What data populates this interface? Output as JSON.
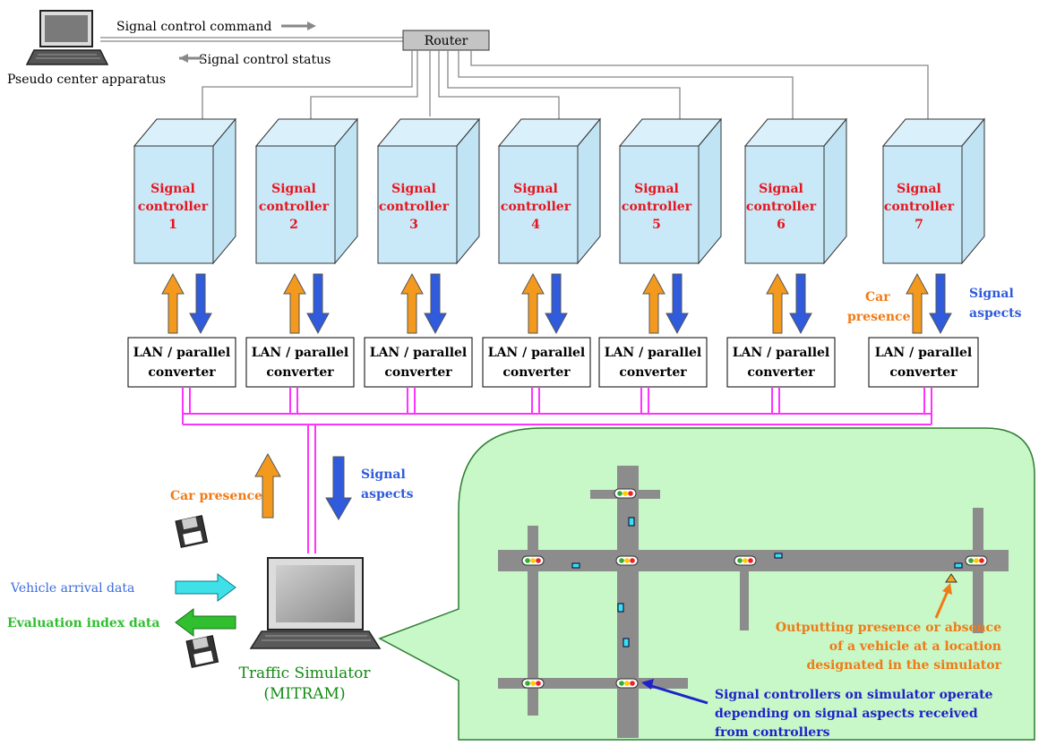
{
  "top": {
    "command_label": "Signal control command",
    "status_label": "Signal control status",
    "pc_label": "Pseudo center apparatus",
    "router_label": "Router"
  },
  "controllers": [
    {
      "line1": "Signal",
      "line2": "controller",
      "num": "1"
    },
    {
      "line1": "Signal",
      "line2": "controller",
      "num": "2"
    },
    {
      "line1": "Signal",
      "line2": "controller",
      "num": "3"
    },
    {
      "line1": "Signal",
      "line2": "controller",
      "num": "4"
    },
    {
      "line1": "Signal",
      "line2": "controller",
      "num": "5"
    },
    {
      "line1": "Signal",
      "line2": "controller",
      "num": "6"
    },
    {
      "line1": "Signal",
      "line2": "controller",
      "num": "7"
    }
  ],
  "converter": {
    "line1": "LAN / parallel",
    "line2": "converter"
  },
  "arrow_labels": {
    "car_presence_line1": "Car",
    "car_presence_line2": "presence",
    "signal_aspects_line1": "Signal",
    "signal_aspects_line2": "aspects",
    "car_presence": "Car presence"
  },
  "simulator": {
    "vehicle_arrival": "Vehicle arrival data",
    "evaluation_index": "Evaluation index data",
    "name": "Traffic Simulator",
    "name_sub": "(MITRAM)"
  },
  "callout": {
    "output_line1": "Outputting presence or absence",
    "output_line2": "of a vehicle at a location",
    "output_line3": "designated in the simulator",
    "signal_line1": "Signal controllers on simulator operate",
    "signal_line2": "depending on signal aspects received",
    "signal_line3": "from controllers"
  },
  "colors": {
    "controller_text": "#e8141c",
    "orange": "#f39a1e",
    "blue": "#2f5bdc",
    "cyan": "#3fe0e8",
    "green": "#2fbf2f",
    "magenta": "#ff33ff",
    "simulator_text": "#138a13",
    "callout_bg": "#c8f7c8",
    "output_text": "#f07a14",
    "signal_text": "#1e22c8"
  }
}
